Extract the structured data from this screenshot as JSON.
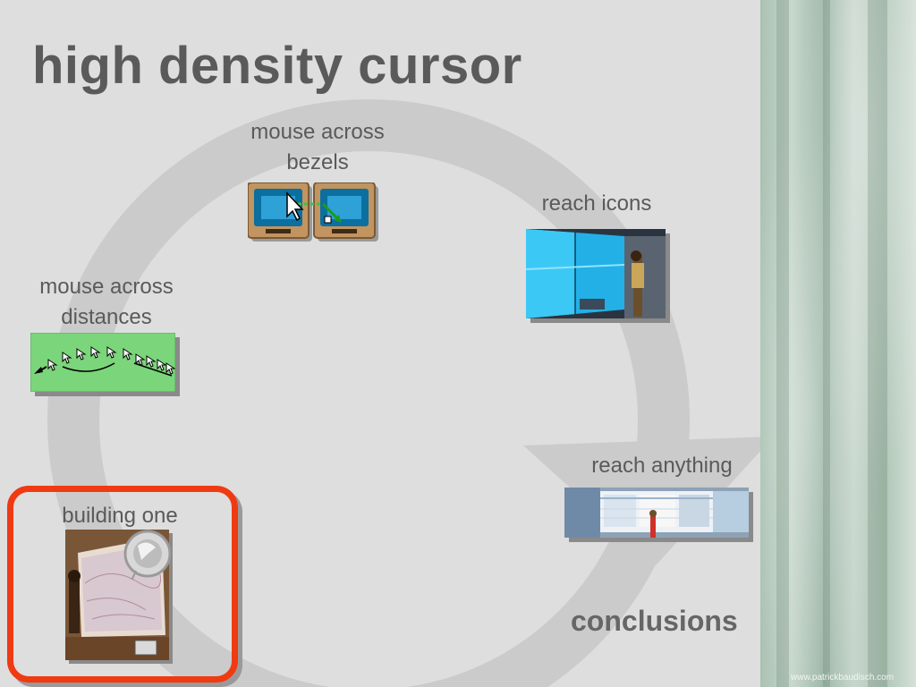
{
  "slide": {
    "title": "high density cursor",
    "credit": "www.patrickbaudisch.com",
    "accent_color": "#ef3a12",
    "cycle_color": "#cbcbcb"
  },
  "steps": [
    {
      "label_line1": "mouse across",
      "label_line2": "bezels",
      "icon": "dual-monitor-icon"
    },
    {
      "label_line1": "reach icons",
      "label_line2": "",
      "icon": "wall-display-photo"
    },
    {
      "label_line1": "mouse across",
      "label_line2": "distances",
      "icon": "cursor-trail-icon"
    },
    {
      "label_line1": "reach anything",
      "label_line2": "",
      "icon": "wide-display-photo"
    },
    {
      "label_line1": "building one",
      "label_line2": "",
      "icon": "tabletop-display-photo",
      "highlighted": true
    }
  ],
  "conclusions": "conclusions"
}
